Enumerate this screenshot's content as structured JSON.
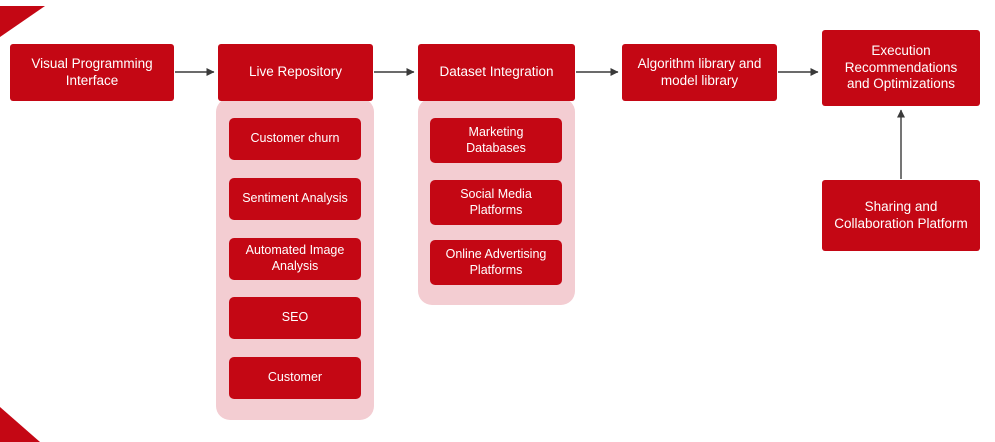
{
  "diagram": {
    "main_flow": [
      {
        "label": "Visual Programming Interface"
      },
      {
        "label": "Live Repository"
      },
      {
        "label": "Dataset Integration"
      },
      {
        "label": "Algorithm library and model library"
      },
      {
        "label": "Execution Recommendations and Optimizations"
      }
    ],
    "live_repository_items": [
      "Customer churn",
      "Sentiment Analysis",
      "Automated Image Analysis",
      "SEO",
      "Customer"
    ],
    "dataset_integration_items": [
      "Marketing Databases",
      "Social Media Platforms",
      "Online Advertising Platforms"
    ],
    "sharing_box": {
      "label": "Sharing and Collaboration Platform"
    },
    "colors": {
      "box_red": "#C40714",
      "container_pink": "#F3CDD2",
      "arrow": "#3A3A3A",
      "text": "#FFFFFF"
    }
  }
}
